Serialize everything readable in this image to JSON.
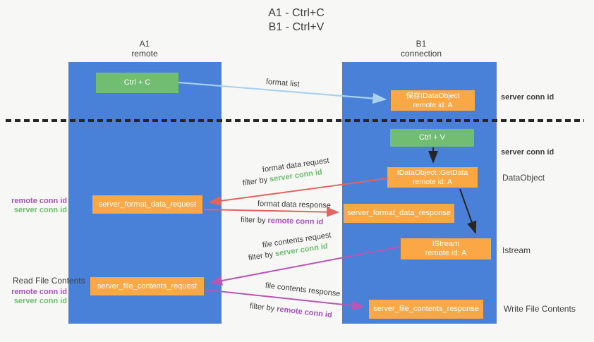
{
  "title": {
    "line1": "A1 - Ctrl+C",
    "line2": "B1 - Ctrl+V"
  },
  "lanes": {
    "left": {
      "name": "A1",
      "subtitle": "remote"
    },
    "right": {
      "name": "B1",
      "subtitle": "connection"
    }
  },
  "nodes": {
    "ctrl_c": {
      "label": "Ctrl + C"
    },
    "save_idataobject": {
      "line1": "保存IDataObject",
      "line2": "remote id: A"
    },
    "ctrl_v": {
      "label": "Ctrl + V"
    },
    "getdata": {
      "line1": "IDataObject::GetData",
      "line2": "remote id: A"
    },
    "format_request": {
      "label": "server_format_data_request"
    },
    "format_response": {
      "label": "server_format_data_response"
    },
    "istream": {
      "line1": "IStream",
      "line2": "remote id: A"
    },
    "file_request": {
      "label": "server_file_contents_request"
    },
    "file_response": {
      "label": "server_file_contents_response"
    }
  },
  "flow_labels": {
    "format_list": "format list",
    "format_data_request": "format data request",
    "format_data_response": "format data response",
    "file_contents_request": "file contents request",
    "file_contents_response": "file contents response",
    "filter_by": "filter by ",
    "server_conn_id": "server conn id",
    "remote_conn_id": "remote conn id"
  },
  "side_labels": {
    "server_conn_id_top": "server conn id",
    "server_conn_id_mid": "server conn id",
    "dataobject": "DataObject",
    "istream": "Istream",
    "write_file_contents": "Write File Contents",
    "read_file_contents": "Read File Contents",
    "remote_conn_id": "remote conn id",
    "server_conn_id": "server conn id"
  },
  "colors": {
    "lane_blue": "#4a81d8",
    "node_green": "#71bd72",
    "node_orange": "#f9a845",
    "arrow_red": "#e2645f",
    "arrow_purple": "#bb55b5",
    "arrow_light_blue": "#a9d2f0",
    "arrow_black": "#262626",
    "text_green": "#6dbf6e",
    "text_purple": "#a64fc0",
    "background": "#f7f7f6"
  }
}
